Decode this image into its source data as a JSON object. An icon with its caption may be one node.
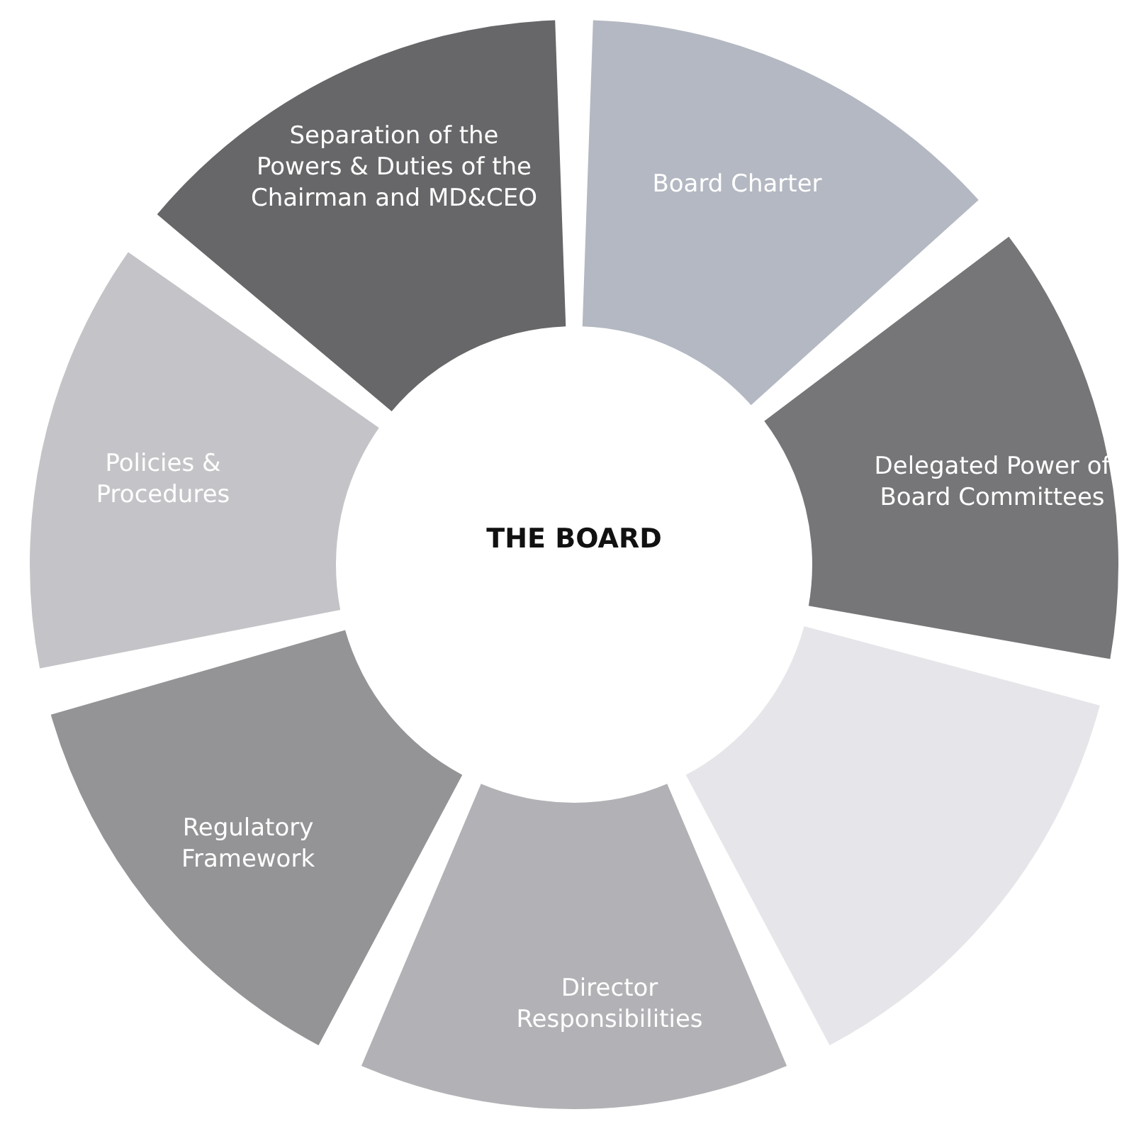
{
  "diagram": {
    "nodes": [
      {
        "text": [
          "Board Charter"
        ]
      },
      {
        "text": [
          "Delegated Power of Board Committees"
        ]
      },
      {
        "text": [],
        "shape": "segment"
      },
      {
        "text": [
          "Director Responsibilities"
        ]
      },
      {
        "text": [
          "Regulatory Framework"
        ]
      },
      {
        "text": [
          "Policies & Procedures"
        ]
      },
      {
        "text": [
          "Separation of the Powers & Duties of the Chairman and MD&CEO"
        ]
      }
    ],
    "labels": [
      "THE BOARD"
    ]
  }
}
